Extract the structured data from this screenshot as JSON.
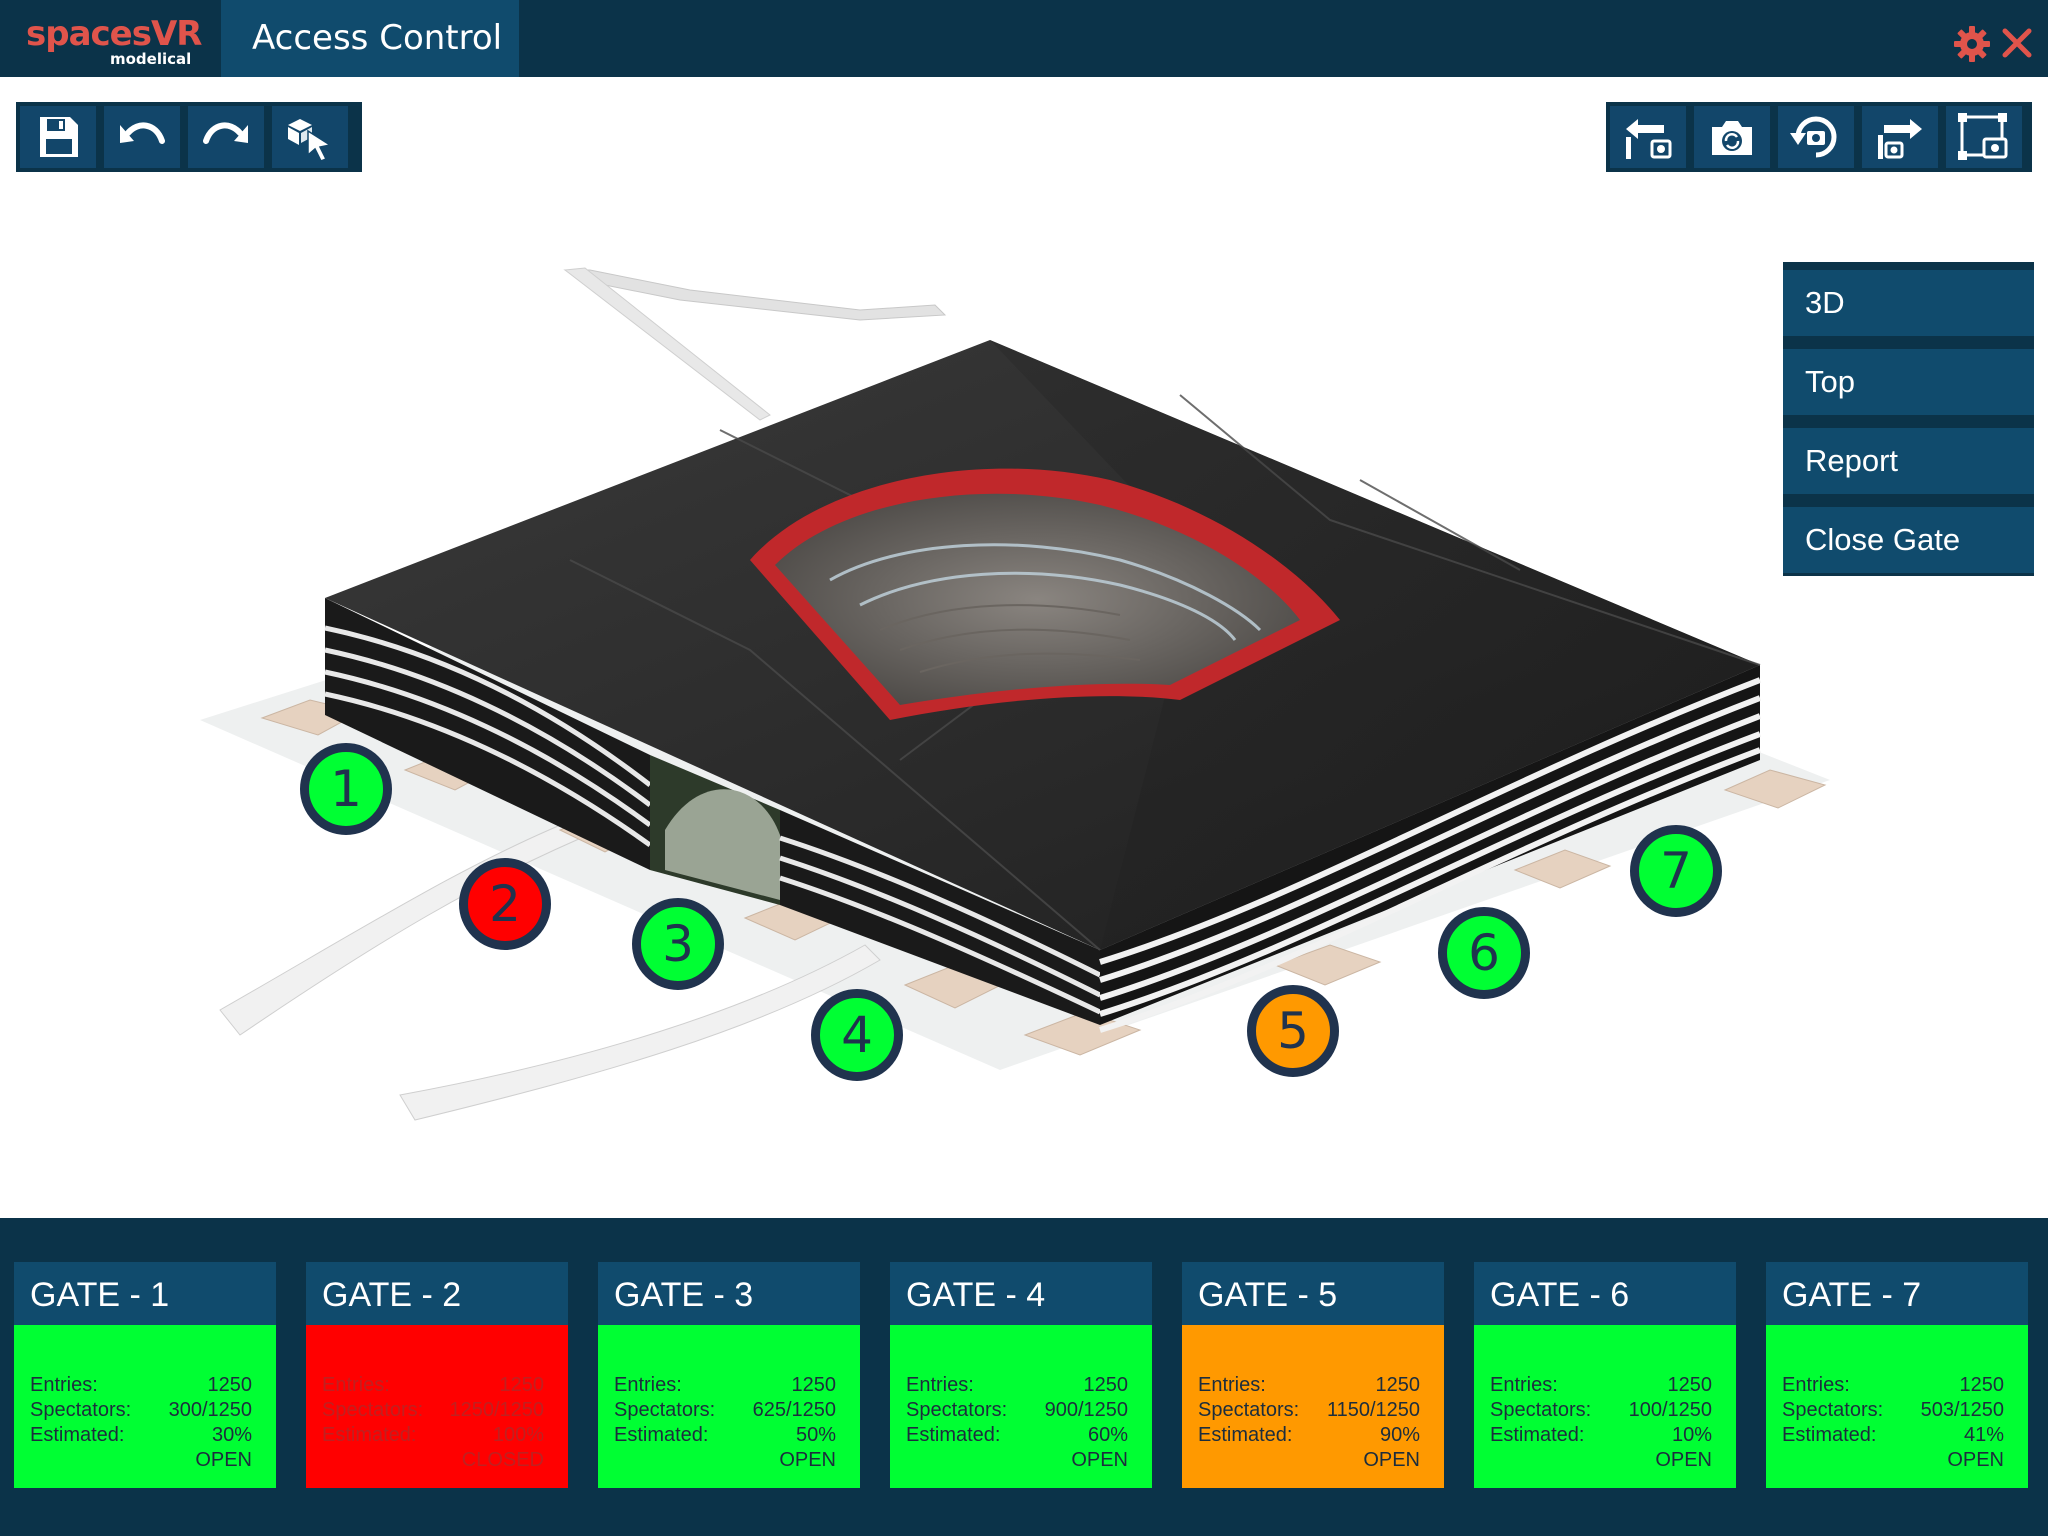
{
  "app": {
    "brand": "spacesVR",
    "brand_sub": "modelical",
    "title": "Access Control"
  },
  "colors": {
    "header_bg": "#0b3349",
    "panel_bg": "#104b6d",
    "brand": "#e0544b",
    "status_open": "#00ff33",
    "status_closed": "#ff0000",
    "status_warning": "#ff9900"
  },
  "toolbar_left": [
    {
      "icon": "save-icon"
    },
    {
      "icon": "undo-icon"
    },
    {
      "icon": "redo-icon"
    },
    {
      "icon": "select-object-icon"
    }
  ],
  "toolbar_right": [
    {
      "icon": "camera-back-icon"
    },
    {
      "icon": "screenshot-icon"
    },
    {
      "icon": "camera-rotate-icon"
    },
    {
      "icon": "camera-forward-icon"
    },
    {
      "icon": "fit-view-icon"
    }
  ],
  "views_menu": [
    "3D",
    "Top",
    "Report",
    "Close Gate"
  ],
  "markers": [
    {
      "label": "1",
      "status": "open"
    },
    {
      "label": "2",
      "status": "closed"
    },
    {
      "label": "3",
      "status": "open"
    },
    {
      "label": "4",
      "status": "open"
    },
    {
      "label": "5",
      "status": "warning"
    },
    {
      "label": "6",
      "status": "open"
    },
    {
      "label": "7",
      "status": "open"
    }
  ],
  "field_labels": {
    "entries": "Entries:",
    "spectators": "Spectators:",
    "estimated": "Estimated:"
  },
  "gates": [
    {
      "title": "GATE - 1",
      "entries": "1250",
      "spectators": "300/1250",
      "estimated": "30%",
      "status": "OPEN",
      "state": "open"
    },
    {
      "title": "GATE - 2",
      "entries": "1250",
      "spectators": "1250/1250",
      "estimated": "100%",
      "status": "CLOSED",
      "state": "closed"
    },
    {
      "title": "GATE - 3",
      "entries": "1250",
      "spectators": "625/1250",
      "estimated": "50%",
      "status": "OPEN",
      "state": "open"
    },
    {
      "title": "GATE - 4",
      "entries": "1250",
      "spectators": "900/1250",
      "estimated": "60%",
      "status": "OPEN",
      "state": "open"
    },
    {
      "title": "GATE - 5",
      "entries": "1250",
      "spectators": "1150/1250",
      "estimated": "90%",
      "status": "OPEN",
      "state": "warning"
    },
    {
      "title": "GATE - 6",
      "entries": "1250",
      "spectators": "100/1250",
      "estimated": "10%",
      "status": "OPEN",
      "state": "open"
    },
    {
      "title": "GATE - 7",
      "entries": "1250",
      "spectators": "503/1250",
      "estimated": "41%",
      "status": "OPEN",
      "state": "open"
    }
  ]
}
